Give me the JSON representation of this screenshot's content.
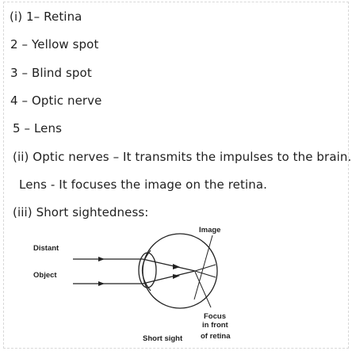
{
  "content": {
    "item_1": "(i) 1– Retina",
    "item_2": "2 – Yellow spot",
    "item_3": "3 – Blind spot",
    "item_4": "4 – Optic nerve",
    "item_5": "5 – Lens",
    "item_ii": "(ii) Optic nerves – It transmits the impulses to the brain.",
    "item_lens": "Lens - It focuses the image on the retina.",
    "item_iii": "(iii) Short sightedness:"
  },
  "diagram": {
    "label_image": "Image",
    "label_distant": "Distant",
    "label_object": "Object",
    "label_focus_1": "Focus",
    "label_focus_2": "in front",
    "label_focus_3": "of retina",
    "caption": "Short sight"
  }
}
